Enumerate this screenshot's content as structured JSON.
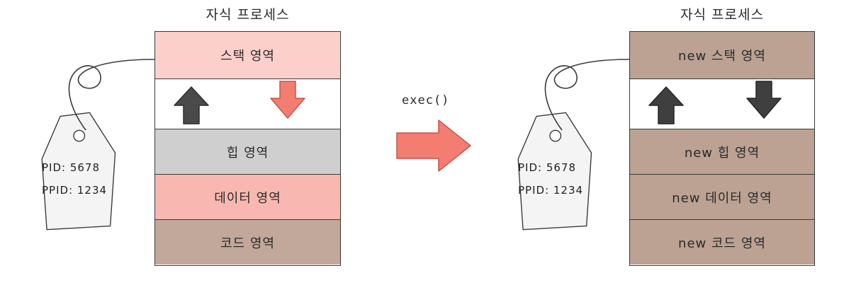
{
  "left": {
    "title": "자식 프로세스",
    "segments": {
      "stack": "스택 영역",
      "free": "",
      "heap": "힙 영역",
      "data": "데이터 영역",
      "code": "코드 영역"
    },
    "tag": {
      "pid": "PID: 5678",
      "ppid": "PPID: 1234"
    }
  },
  "right": {
    "title": "자식 프로세스",
    "segments": {
      "stack": "new 스택 영역",
      "free": "",
      "heap": "new 힙 영역",
      "data": "new 데이터 영역",
      "code": "new 코드 영역"
    },
    "tag": {
      "pid": "PID: 5678",
      "ppid": "PPID: 1234"
    }
  },
  "transition": {
    "label": "exec()"
  },
  "colors": {
    "left_stack": "#fbd0cb",
    "left_heap": "#cfcfcf",
    "left_data": "#f8b8b1",
    "left_code": "#c2a89a",
    "right_segment": "#bba293",
    "red_arrow": "#f27d70",
    "dark_arrow": "#4a4a4a",
    "tag_fill": "#f4f4f4"
  },
  "icons": {
    "left_up_arrow": "heap-grow-up-arrow-icon",
    "left_down_arrow": "stack-grow-down-arrow-icon",
    "tag": "price-tag-icon",
    "exec_arrow": "right-arrow-icon"
  }
}
